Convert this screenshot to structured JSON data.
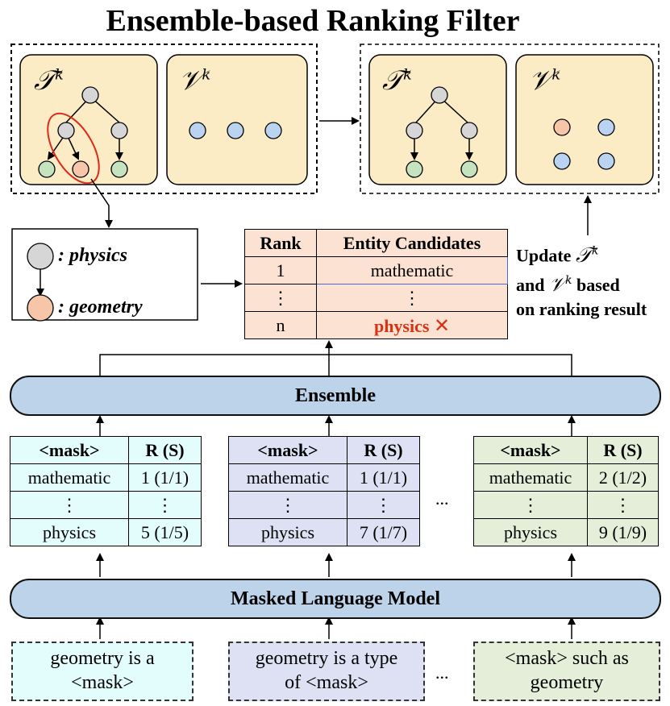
{
  "title": "Ensemble-based Ranking Filter",
  "panels": {
    "left_taxonomy_label": "T^k",
    "left_vocab_label": "V^k",
    "right_taxonomy_label": "T^k",
    "right_vocab_label": "V^k"
  },
  "legend": {
    "gray_label": ": physics",
    "orange_label": ": geometry"
  },
  "rank_table": {
    "headers": [
      "Rank",
      "Entity Candidates"
    ],
    "rows": [
      {
        "rank": "1",
        "entity": "mathematic"
      },
      {
        "rank": "⋮",
        "entity": "⋮"
      },
      {
        "rank": "n",
        "entity": "physics"
      }
    ],
    "reject_mark": "✕"
  },
  "update_note": {
    "line1": "Update",
    "line2a": "and",
    "line2b": "based",
    "line3": "on ranking result"
  },
  "ensemble_label": "Ensemble",
  "mlm_label": "Masked Language Model",
  "score_tables": [
    {
      "headers": [
        "<mask>",
        "R (S)"
      ],
      "rows": [
        [
          "mathematic",
          "1 (1/1)"
        ],
        [
          "⋮",
          "⋮"
        ],
        [
          "physics",
          "5 (1/5)"
        ]
      ]
    },
    {
      "headers": [
        "<mask>",
        "R (S)"
      ],
      "rows": [
        [
          "mathematic",
          "1 (1/1)"
        ],
        [
          "⋮",
          "⋮"
        ],
        [
          "physics",
          "7 (1/7)"
        ]
      ]
    },
    {
      "headers": [
        "<mask>",
        "R (S)"
      ],
      "rows": [
        [
          "mathematic",
          "2 (1/2)"
        ],
        [
          "⋮",
          "⋮"
        ],
        [
          "physics",
          "9 (1/9)"
        ]
      ]
    }
  ],
  "ellipsis": "...",
  "prompts": [
    {
      "line1": "geometry is a",
      "line2": "<mask>"
    },
    {
      "line1": "geometry is a type",
      "line2": "of <mask>"
    },
    {
      "line1": "<mask> such as",
      "line2": "geometry"
    }
  ],
  "colors": {
    "panel_fill": "#fcecc6",
    "node_gray": "#d6d6d6",
    "node_green": "#c6e3bf",
    "node_orange": "#f7c6a8",
    "node_blue": "#b9d3f0",
    "rank_fill": "#fbe2d2",
    "band_fill": "#bcd3ea",
    "cyan_fill": "#e3fcfc",
    "purple_fill": "#dde1f3",
    "green_fill": "#e4eed9",
    "reject_red": "#d83212"
  }
}
